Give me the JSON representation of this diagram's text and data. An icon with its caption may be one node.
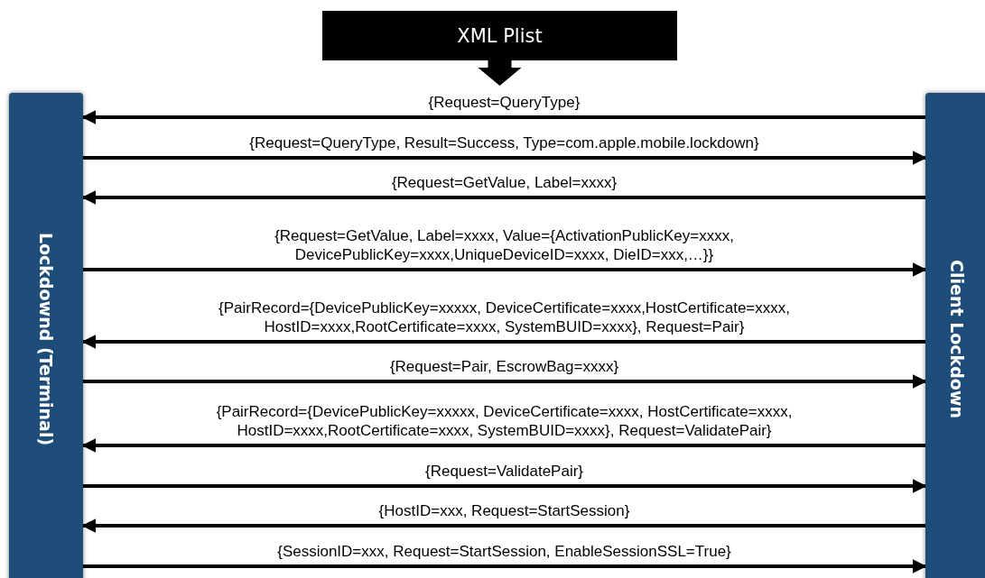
{
  "diagram": {
    "nodes": [
      {
        "text": [
          "XML Plist"
        ]
      },
      {
        "text": [
          "Lockdownd (Terminal)"
        ]
      },
      {
        "text": [
          "Client Lockdown"
        ]
      }
    ],
    "edges": [
      {
        "from": 0,
        "to": null,
        "arrow": "to",
        "style": "thick"
      },
      {
        "from": 2,
        "to": 1,
        "arrow": "to",
        "label": "{Request=QueryType}"
      },
      {
        "from": 1,
        "to": 2,
        "arrow": "to",
        "label": "{Request=QueryType, Result=Success, Type=com.apple.mobile.lockdown}"
      },
      {
        "from": 2,
        "to": 1,
        "arrow": "to",
        "label": "{Request=GetValue, Label=xxxx}"
      },
      {
        "from": 1,
        "to": 2,
        "arrow": "to",
        "label": "{Request=GetValue, Label=xxxx, Value={ActivationPublicKey=xxxx, DevicePublicKey=xxxx,UniqueDeviceID=xxxx, DieID=xxx,…}}"
      },
      {
        "from": 2,
        "to": 1,
        "arrow": "to",
        "label": "{PairRecord={DevicePublicKey=xxxxx, DeviceCertificate=xxxx,HostCertificate=xxxx, HostID=xxxx,RootCertificate=xxxx, SystemBUID=xxxx}, Request=Pair}"
      },
      {
        "from": 1,
        "to": 2,
        "arrow": "to",
        "label": "{Request=Pair, EscrowBag=xxxx}"
      },
      {
        "from": 2,
        "to": 1,
        "arrow": "to",
        "label": "{PairRecord={DevicePublicKey=xxxxx, DeviceCertificate=xxxx, HostCertificate=xxxx, HostID=xxxx,RootCertificate=xxxx, SystemBUID=xxxx}, Request=ValidatePair}"
      },
      {
        "from": 1,
        "to": 2,
        "arrow": "to",
        "label": "{Request=ValidatePair}"
      },
      {
        "from": 2,
        "to": 1,
        "arrow": "to",
        "label": "{HostID=xxx, Request=StartSession}"
      },
      {
        "from": 1,
        "to": 2,
        "arrow": "to",
        "label": "{SessionID=xxx, Request=StartSession, EnableSessionSSL=True}"
      }
    ]
  }
}
